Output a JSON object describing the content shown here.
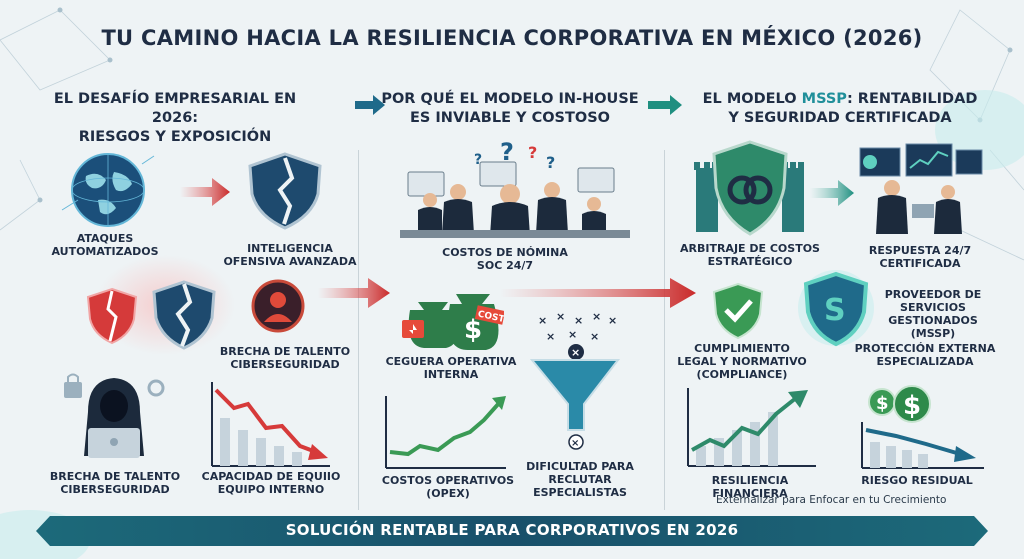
{
  "title": "TU CAMINO HACIA LA RESILIENCIA CORPORATIVA EN MÉXICO (2026)",
  "columns": [
    {
      "heading_line1": "EL DESAFÍO EMPRESARIAL EN 2026:",
      "heading_line2": "RIESGOS Y EXPOSICIÓN"
    },
    {
      "heading_line1": "POR QUÉ EL MODELO IN-HOUSE",
      "heading_line2": "ES INVIABLE Y COSTOSO"
    },
    {
      "heading_pre": "EL MODELO ",
      "heading_highlight": "MSSP",
      "heading_post": ": RENTABILIDAD",
      "heading_line2": "Y SEGURIDAD CERTIFICADA"
    }
  ],
  "col1": {
    "attacks_line1": "ATAQUES",
    "attacks_line2": "AUTOMATIZADOS",
    "intel_line1": "INTELIGENCIA",
    "intel_line2": "OFENSIVA AVANZADA",
    "talent_gap_a_line1": "BRECHA DE TALENTO",
    "talent_gap_a_line2": "CIBERSEGURIDAD",
    "talent_gap_b_line1": "BRECHA DE TALENTO",
    "talent_gap_b_line2": "CIBERSEGURIDAD",
    "capacity_line1": "CAPACIDAD DE EQUIIO",
    "capacity_line2": "EQUIPO INTERNO"
  },
  "col2": {
    "payroll_line1": "COSTOS DE NÓMINA",
    "payroll_line2": "SOC 24/7",
    "blindness_line1": "CEGUERA OPERATIVA",
    "blindness_line2": "INTERNA",
    "opex_line1": "COSTOS OPERATIVOS",
    "opex_line2": "(OPEX)",
    "hiring_line1": "DIFICULTAD PARA",
    "hiring_line2": "RECLUTAR",
    "hiring_line3": "ESPECIALISTAS",
    "cost_tag": "COST"
  },
  "col3": {
    "arbitrage_line1": "ARBITRAJE DE COSTOS",
    "arbitrage_line2": "ESTRATÉGICO",
    "response_line1": "RESPUESTA 24/7",
    "response_line2": "CERTIFICADA",
    "provider_line1": "PROVEEDOR DE",
    "provider_line2": "SERVICIOS",
    "provider_line3": "GESTIONADOS (MSSP)",
    "compliance_line1": "CUMPLIMIENTO",
    "compliance_line2": "LEGAL Y NORMATIVO",
    "compliance_line3": "(COMPLIANCE)",
    "protection_line1": "PROTECCIÓN EXTERNA",
    "protection_line2": "ESPECIALIZADA",
    "financial": "RESILIENCIA FINANCIERA",
    "residual": "RIESGO RESIDUAL",
    "tagline": "Externalizar para Enfocar en tu Crecimiento"
  },
  "footer": "SOLUCIÓN RENTABLE PARA CORPORATIVOS EN 2026",
  "colors": {
    "navy": "#1f2d44",
    "teal": "#1f8f9a",
    "red": "#d63a3a",
    "green": "#3a9a55"
  }
}
